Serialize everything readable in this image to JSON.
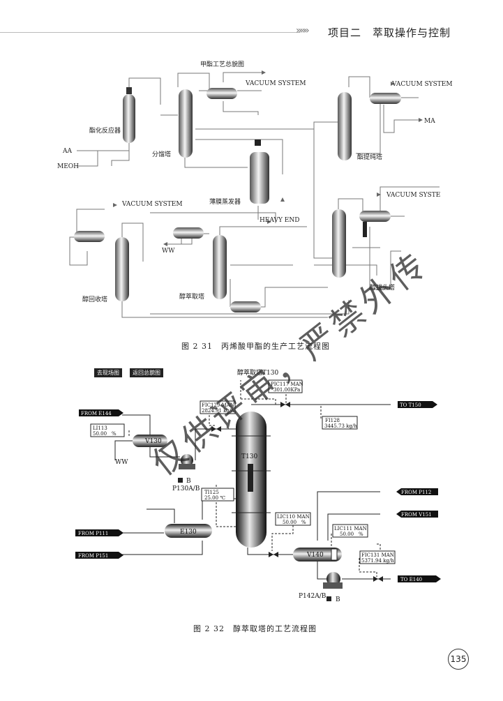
{
  "header": {
    "title": "项目二　萃取操作与控制",
    "arrows_icon": "chevron-arrows-icon"
  },
  "fig1": {
    "caption": "图 2 31　丙烯酸甲酯的生产工艺流程图",
    "labels": {
      "overview": "甲酯工艺总貌图",
      "vac1": "VACUUM SYSTEM",
      "vac2": "VACUUM SYSTEM",
      "vac3": "VACUUM SYSTEM",
      "vac4": "VACUUM SYSTE",
      "aa": "AA",
      "meoh": "MEOH",
      "ma": "MA",
      "ww": "WW",
      "heavy": "HEAVY END",
      "reactor": "酯化反应器",
      "fracc": "分馏塔",
      "evap": "薄膜蒸发器",
      "ester": "酯提纯塔",
      "alcrec": "醇回收塔",
      "alcext": "醇萃取塔",
      "alcstrip": "醇拔头塔"
    }
  },
  "fig2": {
    "caption": "图 2 32　醇萃取塔的工艺流程图",
    "btn_site": "去现场图",
    "btn_overview": "返回总貌图",
    "title": "醇萃取塔T130",
    "from_e144": "FROM E144",
    "from_p111": "FROM P111",
    "from_p151": "FROM P151",
    "from_p112": "FROM P112",
    "from_v151": "FROM V151",
    "to_t150": "TO T150",
    "to_e140": "TO E140",
    "pic117_tag": "PIC117 MAN",
    "pic117_val": "301.00KPa",
    "fic129_tag": "FIC129 MAN",
    "fic129_val": "2824.91 kg/h",
    "li113_tag": "LI113",
    "li113_val": "50.00　%",
    "fi128_tag": "FI128",
    "fi128_val": "3445.73 kg/h",
    "ti125_tag": "TI125",
    "ti125_val": "25.00 ℃",
    "lic110_tag": "LIC110 MAN",
    "lic110_val": "50.00　%",
    "lic111_tag": "LIC111 MAN",
    "lic111_val": "50.00　%",
    "fic131_tag": "FIC131 MAN",
    "fic131_val": "5371.94 kg/h",
    "t130": "T130",
    "v130": "V130",
    "v140": "V140",
    "e130": "E130",
    "ww": "WW",
    "p130": "P130A/B",
    "p142": "P142A/B",
    "ab": "B"
  },
  "watermark": "仅供评审，严禁外传",
  "page_number": "135"
}
